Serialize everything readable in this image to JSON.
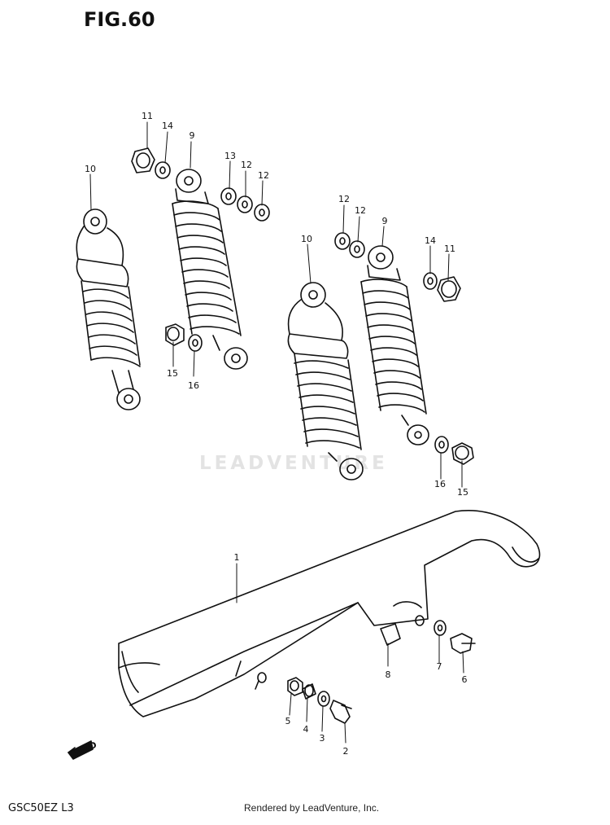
{
  "figure": {
    "title": "FIG.60"
  },
  "footer": {
    "model_code": "GSC50EZ L3",
    "rendered_by": "Rendered by LeadVenture, Inc."
  },
  "watermark": {
    "text": "LEADVENTURE"
  },
  "fwd_mark": {
    "text": "FWD"
  },
  "callouts": [
    {
      "id": "c11a",
      "label": "11"
    },
    {
      "id": "c14a",
      "label": "14"
    },
    {
      "id": "c9a",
      "label": "9"
    },
    {
      "id": "c13",
      "label": "13"
    },
    {
      "id": "c12a",
      "label": "12"
    },
    {
      "id": "c12b",
      "label": "12"
    },
    {
      "id": "c10a",
      "label": "10"
    },
    {
      "id": "c12c",
      "label": "12"
    },
    {
      "id": "c12d",
      "label": "12"
    },
    {
      "id": "c9b",
      "label": "9"
    },
    {
      "id": "c14b",
      "label": "14"
    },
    {
      "id": "c11b",
      "label": "11"
    },
    {
      "id": "c10b",
      "label": "10"
    },
    {
      "id": "c15a",
      "label": "15"
    },
    {
      "id": "c16a",
      "label": "16"
    },
    {
      "id": "c16b",
      "label": "16"
    },
    {
      "id": "c15b",
      "label": "15"
    },
    {
      "id": "c1",
      "label": "1"
    },
    {
      "id": "c8",
      "label": "8"
    },
    {
      "id": "c7",
      "label": "7"
    },
    {
      "id": "c6",
      "label": "6"
    },
    {
      "id": "c5",
      "label": "5"
    },
    {
      "id": "c4",
      "label": "4"
    },
    {
      "id": "c3",
      "label": "3"
    },
    {
      "id": "c2",
      "label": "2"
    }
  ]
}
